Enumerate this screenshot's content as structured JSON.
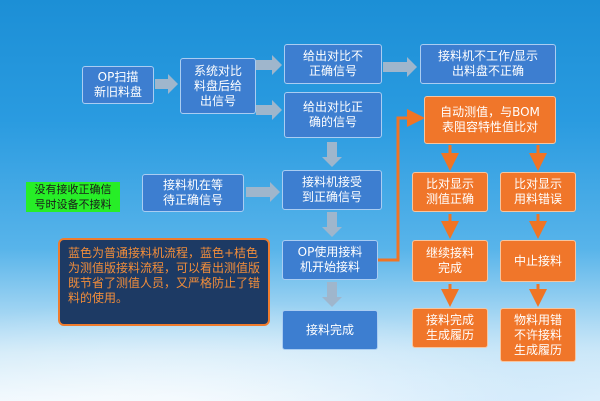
{
  "nodes": {
    "op_scan": "OP扫描\n新旧料盘",
    "system_compare": "系统对比\n料盘后给\n出信号",
    "signal_wrong": "给出对比不\n正确信号",
    "feeder_stop": "接料机不工作/显示\n出料盘不正确",
    "signal_correct": "给出对比正\n确的信号",
    "auto_measure": "自动测值，与BOM\n表阻容特性值比对",
    "feeder_wait": "接料机在等\n待正确信号",
    "feeder_receive": "接料机接受\n到正确信号",
    "compare_correct": "比对显示\n测值正确",
    "compare_wrong": "比对显示\n用料错误",
    "op_start": "OP使用接料\n机开始接料",
    "continue_splice": "继续接料\n完成",
    "stop_splice": "中止接料",
    "splice_done": "接料完成",
    "splice_done_record": "接料完成\n生成履历",
    "wrong_no_splice": "物料用错\n不许接料\n生成履历"
  },
  "green_note": "没有接收正确信\n号时设备不接料",
  "note_text": "蓝色为普通接料机流程，蓝色+桔色为测值版接料流程，可以看出测值版既节省了测值人员，又严格防止了错料的使用。",
  "colors": {
    "blue_box": "#3d7ed0",
    "orange_box": "#f0762a",
    "arrow_gray": "#9fb6cc",
    "arrow_orange": "#f07424",
    "note_bg": "#1d3a64",
    "note_text": "#f28d3a",
    "green_label": "#27ee27"
  }
}
